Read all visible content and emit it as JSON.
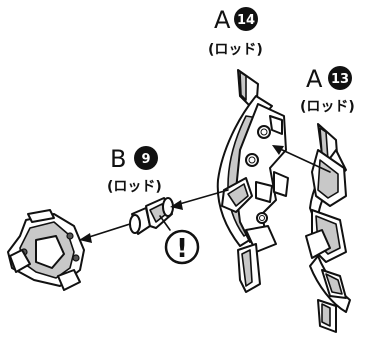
{
  "labels": {
    "a14": {
      "letter": "A",
      "number": "14",
      "sub": "(ロッド)"
    },
    "a13": {
      "letter": "A",
      "number": "13",
      "sub": "(ロッド)"
    },
    "b9": {
      "letter": "B",
      "number": "9",
      "sub": "(ロッド)"
    }
  },
  "warning": {
    "symbol": "!"
  }
}
